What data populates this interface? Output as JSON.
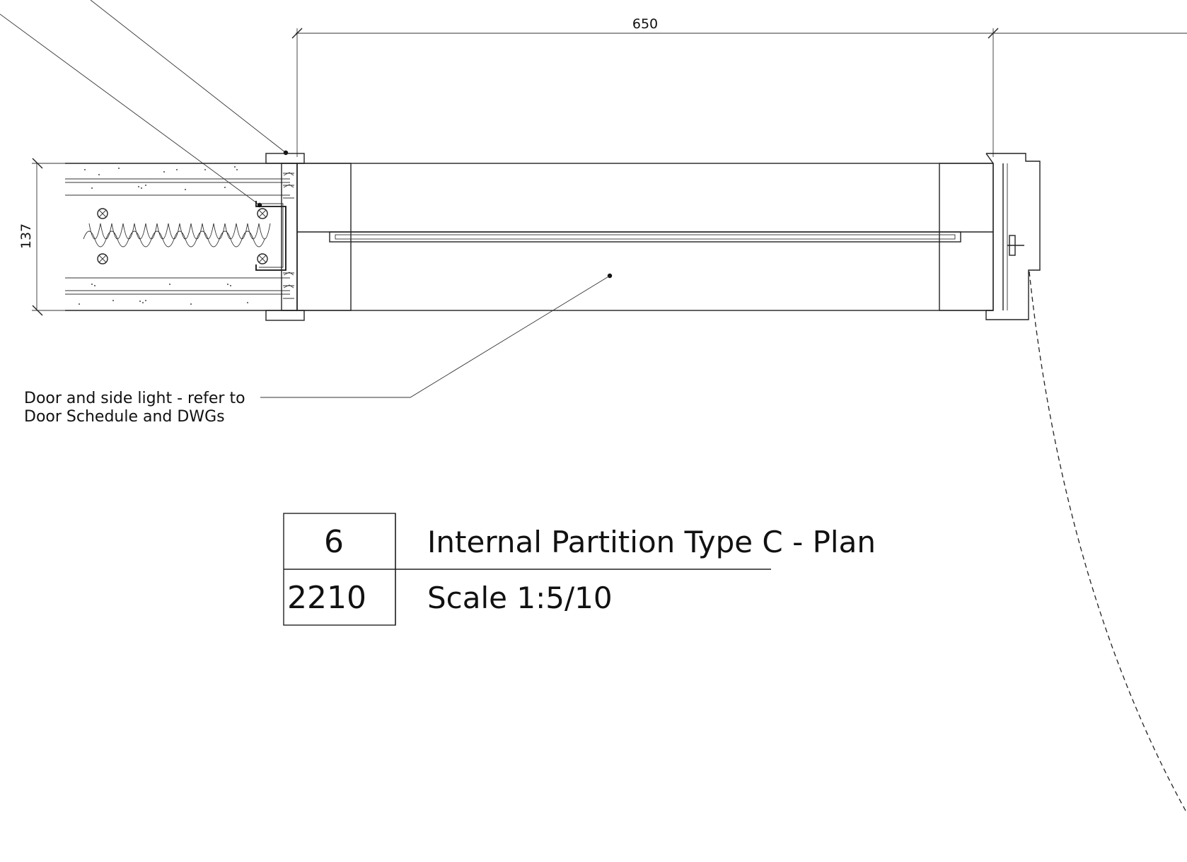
{
  "dimensions": {
    "door_width": "650",
    "wall_thickness": "137"
  },
  "annotation": {
    "line1": "Door and side light - refer to",
    "line2": "Door Schedule and DWGs"
  },
  "title_block": {
    "detail_number": "6",
    "sheet_number": "2210",
    "title": "Internal Partition Type C - Plan",
    "scale": "Scale 1:5/10"
  }
}
